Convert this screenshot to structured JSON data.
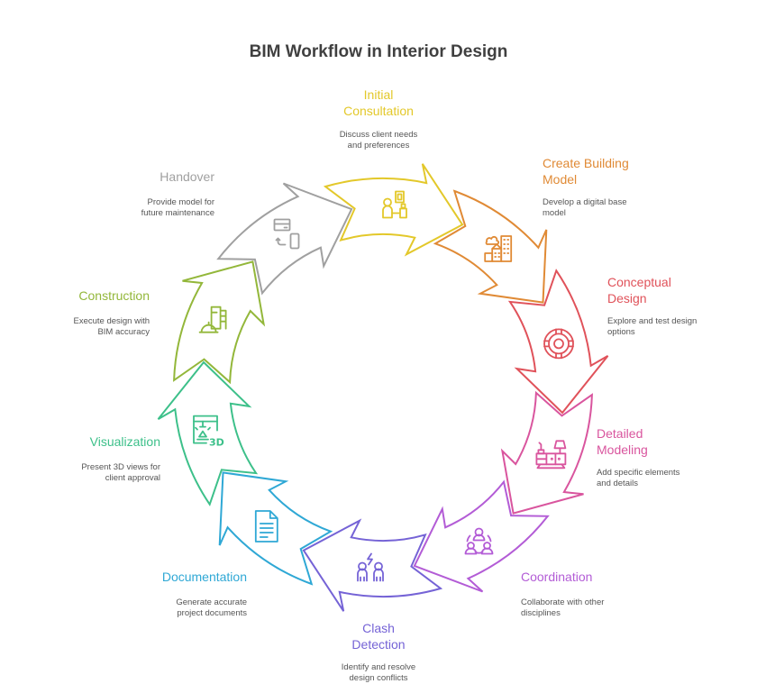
{
  "title": "BIM Workflow in Interior Design",
  "steps": [
    {
      "id": "initial-consultation",
      "title_lines": [
        "Initial",
        "Consultation"
      ],
      "desc_lines": [
        "Discuss client needs",
        "and preferences"
      ],
      "color": "#E3C82A",
      "icon": "client-meeting-icon"
    },
    {
      "id": "create-building-model",
      "title_lines": [
        "Create Building",
        "Model"
      ],
      "desc_lines": [
        "Develop a digital base",
        "model"
      ],
      "color": "#E08A35",
      "icon": "buildings-icon"
    },
    {
      "id": "conceptual-design",
      "title_lines": [
        "Conceptual",
        "Design"
      ],
      "desc_lines": [
        "Explore and test design",
        "options"
      ],
      "color": "#E0525A",
      "icon": "target-wheel-icon"
    },
    {
      "id": "detailed-modeling",
      "title_lines": [
        "Detailed",
        "Modeling"
      ],
      "desc_lines": [
        "Add specific elements",
        "and details"
      ],
      "color": "#D9559E",
      "icon": "furniture-icon"
    },
    {
      "id": "coordination",
      "title_lines": [
        "Coordination"
      ],
      "desc_lines": [
        "Collaborate with other",
        "disciplines"
      ],
      "color": "#B35CD6",
      "icon": "team-icon"
    },
    {
      "id": "clash-detection",
      "title_lines": [
        "Clash",
        "Detection"
      ],
      "desc_lines": [
        "Identify and resolve",
        "design conflicts"
      ],
      "color": "#7563D6",
      "icon": "conflict-people-icon"
    },
    {
      "id": "documentation",
      "title_lines": [
        "Documentation"
      ],
      "desc_lines": [
        "Generate accurate",
        "project documents"
      ],
      "color": "#2FA8D5",
      "icon": "document-icon"
    },
    {
      "id": "visualization",
      "title_lines": [
        "Visualization"
      ],
      "desc_lines": [
        "Present 3D views for",
        "client approval"
      ],
      "color": "#3DC08A",
      "icon": "3d-printer-icon"
    },
    {
      "id": "construction",
      "title_lines": [
        "Construction"
      ],
      "desc_lines": [
        "Execute design with",
        "BIM accuracy"
      ],
      "color": "#93B73A",
      "icon": "construction-helmet-icon"
    },
    {
      "id": "handover",
      "title_lines": [
        "Handover"
      ],
      "desc_lines": [
        "Provide model for",
        "future maintenance"
      ],
      "color": "#A0A0A0",
      "icon": "device-transfer-icon"
    }
  ]
}
